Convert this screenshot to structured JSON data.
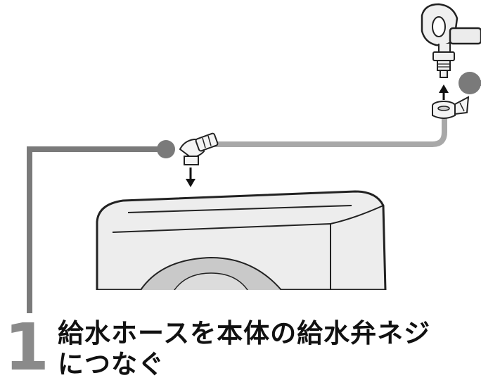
{
  "step": {
    "number": "1",
    "title_line1": "給水ホースを本体の給水弁ネジ",
    "title_line2": "につなぐ"
  },
  "illustration": {
    "parts": [
      "faucet-icon",
      "hose-joint-icon",
      "hose-connector-icon",
      "washing-machine-icon",
      "arrow-down-icon",
      "arrow-up-icon"
    ]
  },
  "colors": {
    "line_gray": "#7a7a7a",
    "hose_gray": "#9a9a9a",
    "machine_fill": "#ececec",
    "text": "#111111"
  }
}
